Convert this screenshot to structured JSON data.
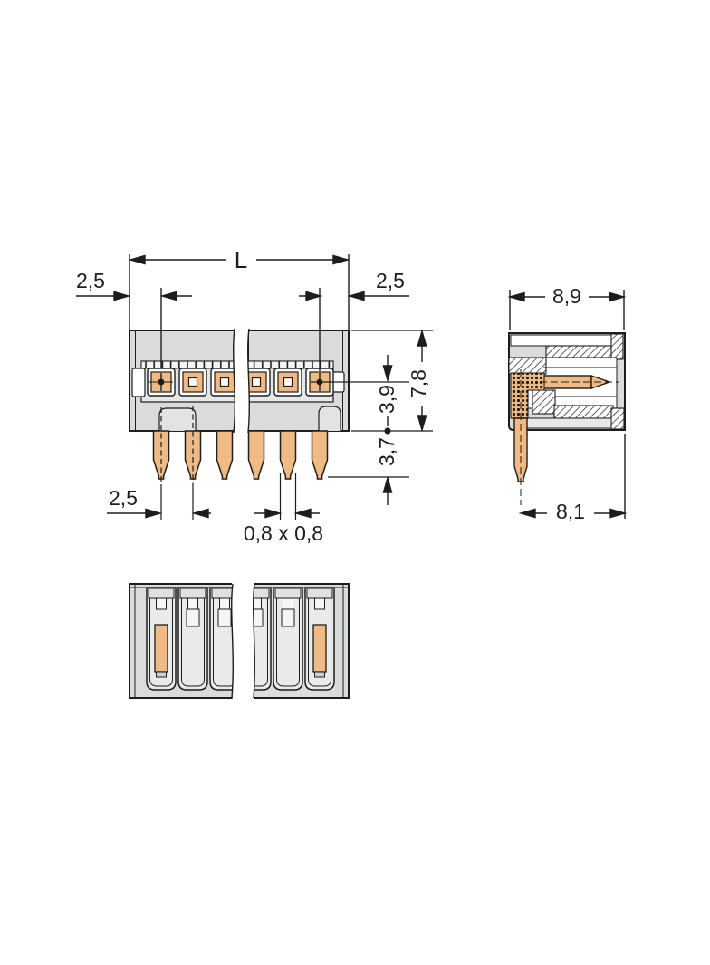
{
  "drawing": {
    "type": "technical-dimension-drawing",
    "views": [
      "front",
      "side-section",
      "bottom"
    ]
  },
  "dims": {
    "length_label": "L",
    "edge_left": "2,5",
    "edge_right": "2,5",
    "pitch": "2,5",
    "height_total": "7,8",
    "height_half": "3,9",
    "pin_length": "3,7",
    "pin_cross": "0,8 x 0,8",
    "depth": "8,9",
    "back": "8,1"
  },
  "colors": {
    "line": "#1d1d1b",
    "body_gray": "#dadcdc",
    "panel_gray": "#e7e9e9",
    "slot_gray": "#e9ebeb",
    "copper": "#f1ba84",
    "white": "#ffffff"
  }
}
